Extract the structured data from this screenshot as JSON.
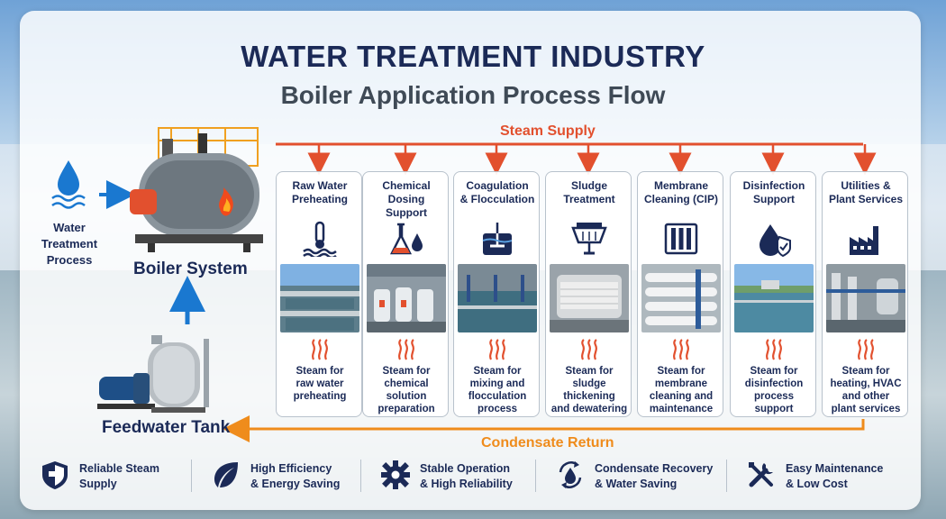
{
  "header": {
    "title": "WATER TREATMENT INDUSTRY",
    "subtitle": "Boiler Application Process Flow"
  },
  "flow": {
    "steam_supply_label": "Steam Supply",
    "condensate_return_label": "Condensate Return",
    "colors": {
      "steam": "#e2502e",
      "condensate": "#ef8c1c",
      "arrow_blue": "#1a78d0"
    }
  },
  "left": {
    "water_label_lines": [
      "Water",
      "Treatment",
      "Process"
    ],
    "boiler_label": "Boiler System",
    "feedwater_label": "Feedwater Tank"
  },
  "cards": [
    {
      "title_lines": [
        "Raw Water",
        "Preheating"
      ],
      "icon": "thermometer-water-icon",
      "photo": "raw-water-basin-photo",
      "desc_lines": [
        "Steam for",
        "raw water",
        "preheating"
      ]
    },
    {
      "title_lines": [
        "Chemical",
        "Dosing",
        "Support"
      ],
      "icon": "chemical-flask-icon",
      "photo": "chemical-dosing-tanks-photo",
      "desc_lines": [
        "Steam for",
        "chemical",
        "solution",
        "preparation"
      ]
    },
    {
      "title_lines": [
        "Coagulation",
        "& Flocculation"
      ],
      "icon": "mixing-tank-icon",
      "photo": "flocculation-basin-photo",
      "desc_lines": [
        "Steam for",
        "mixing and",
        "flocculation",
        "process"
      ]
    },
    {
      "title_lines": [
        "Sludge",
        "Treatment"
      ],
      "icon": "sludge-filter-icon",
      "photo": "belt-press-photo",
      "desc_lines": [
        "Steam for",
        "sludge",
        "thickening",
        "and dewatering"
      ]
    },
    {
      "title_lines": [
        "Membrane",
        "Cleaning (CIP)"
      ],
      "icon": "membrane-module-icon",
      "photo": "membrane-rack-photo",
      "desc_lines": [
        "Steam for",
        "membrane",
        "cleaning and",
        "maintenance"
      ]
    },
    {
      "title_lines": [
        "Disinfection",
        "Support"
      ],
      "icon": "shield-drop-icon",
      "photo": "disinfection-pond-photo",
      "desc_lines": [
        "Steam for",
        "disinfection",
        "process",
        "support"
      ]
    },
    {
      "title_lines": [
        "Utilities &",
        "Plant Services"
      ],
      "icon": "factory-icon",
      "photo": "plant-piping-photo",
      "desc_lines": [
        "Steam for",
        "heating, HVAC",
        "and other",
        "plant services"
      ]
    }
  ],
  "benefits": [
    {
      "icon": "shield-check-icon",
      "lines": [
        "Reliable Steam",
        "Supply"
      ]
    },
    {
      "icon": "leaf-icon",
      "lines": [
        "High Efficiency",
        "& Energy Saving"
      ]
    },
    {
      "icon": "gear-icon",
      "lines": [
        "Stable Operation",
        "& High Reliability"
      ]
    },
    {
      "icon": "recycle-drop-icon",
      "lines": [
        "Condensate Recovery",
        "& Water Saving"
      ]
    },
    {
      "icon": "tools-icon",
      "lines": [
        "Easy Maintenance",
        "& Low Cost"
      ]
    }
  ]
}
